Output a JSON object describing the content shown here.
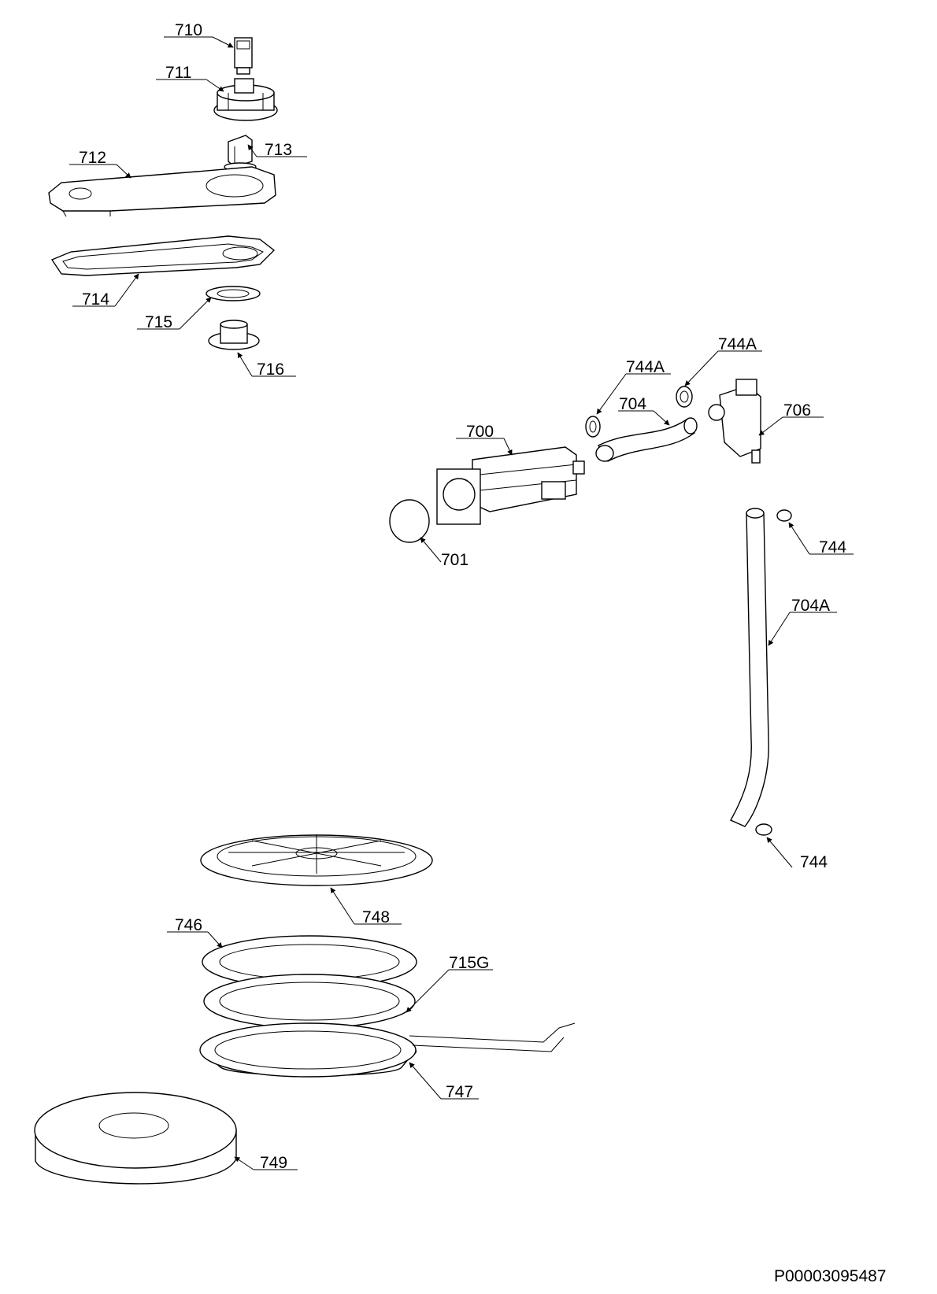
{
  "diagram_code": "P00003095487",
  "parts": {
    "p710": "710",
    "p711": "711",
    "p713": "713",
    "p712": "712",
    "p714": "714",
    "p715": "715",
    "p716": "716",
    "p700": "700",
    "p701": "701",
    "p744A_1": "744A",
    "p744A_2": "744A",
    "p704": "704",
    "p706": "706",
    "p744_top": "744",
    "p704A": "704A",
    "p744_bottom": "744",
    "p748": "748",
    "p746": "746",
    "p715G": "715G",
    "p747": "747",
    "p749": "749"
  }
}
